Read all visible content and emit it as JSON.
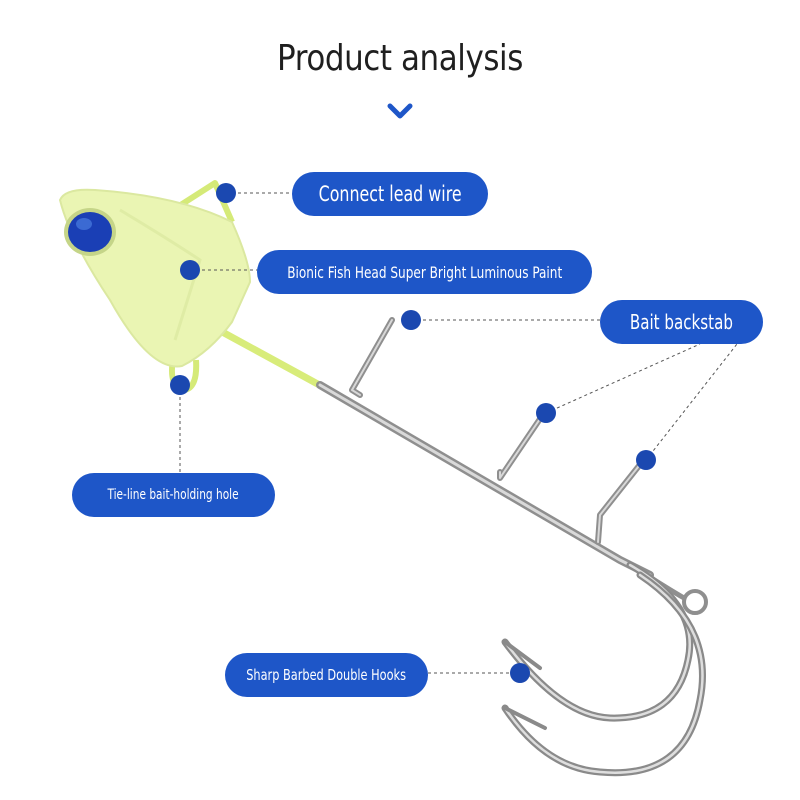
{
  "page": {
    "title": "Product analysis"
  },
  "labels": {
    "connect_lead_wire": "Connect lead wire",
    "bionic_fish_head": "Bionic Fish Head Super Bright Luminous Paint",
    "bait_backstab": "Bait backstab",
    "tie_line_hole": "Tie-line bait-holding hole",
    "sharp_hooks": "Sharp Barbed Double Hooks"
  },
  "icons": {
    "chevron": "chevron-down-icon",
    "marker": "callout-dot-icon"
  },
  "colors": {
    "accent_blue": "#1e56c8",
    "dot_blue": "#1b48b0",
    "lure_head": "#eaf5b3",
    "eye_blue": "#1a3fb5",
    "hook_steel": "#9a9a9a",
    "title_text": "#1f1f1f"
  }
}
